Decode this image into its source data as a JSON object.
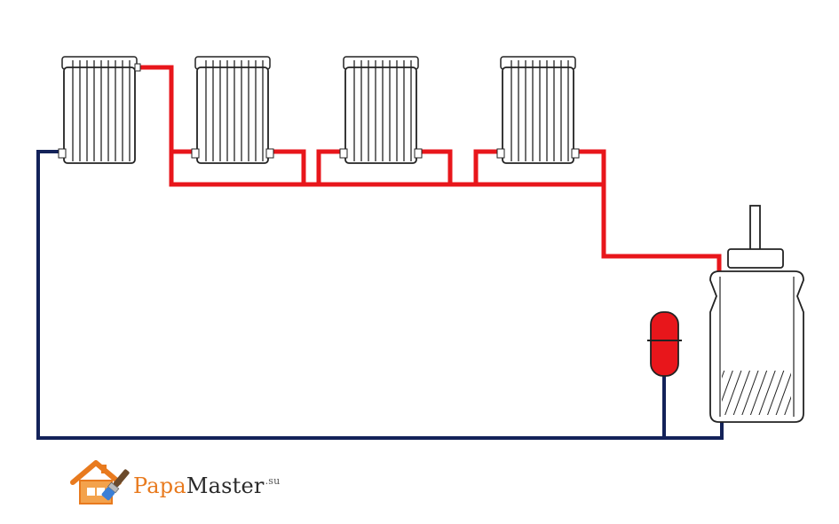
{
  "logo": {
    "brand_part1": "Papa",
    "brand_part2": "Master",
    "brand_suffix": ".su",
    "icon": "house-brush-icon"
  },
  "colors": {
    "supply_pipe": "#e8161b",
    "return_pipe": "#132259",
    "expansion_tank": "#e8161b",
    "outline": "#222222",
    "brand_orange": "#e87a1e"
  },
  "components": {
    "radiators": 4,
    "boiler": "boiler-icon",
    "expansion_tank": "expansion-tank-icon"
  }
}
